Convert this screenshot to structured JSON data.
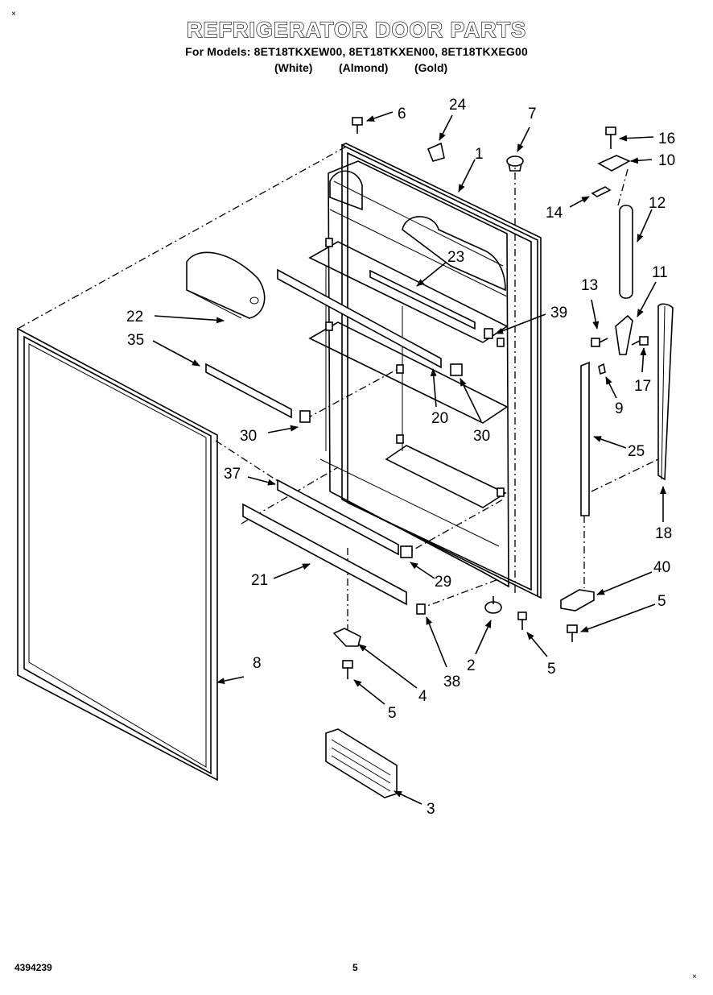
{
  "header": {
    "title": "REFRIGERATOR DOOR PARTS",
    "models": "For Models: 8ET18TKXEW00, 8ET18TKXEN00, 8ET18TKXEG00",
    "variants": [
      "(White)",
      "(Almond)",
      "(Gold)"
    ]
  },
  "footer": {
    "doc_number": "4394239",
    "page_number": "5"
  },
  "corner_marks": [
    "×",
    "×"
  ],
  "callouts": [
    {
      "id": "c6",
      "text": "6"
    },
    {
      "id": "c24",
      "text": "24"
    },
    {
      "id": "c7",
      "text": "7"
    },
    {
      "id": "c16",
      "text": "16"
    },
    {
      "id": "c1",
      "text": "1"
    },
    {
      "id": "c10",
      "text": "10"
    },
    {
      "id": "c14",
      "text": "14"
    },
    {
      "id": "c12",
      "text": "12"
    },
    {
      "id": "c23",
      "text": "23"
    },
    {
      "id": "c13",
      "text": "13"
    },
    {
      "id": "c11",
      "text": "11"
    },
    {
      "id": "c22",
      "text": "22"
    },
    {
      "id": "c39",
      "text": "39"
    },
    {
      "id": "c35",
      "text": "35"
    },
    {
      "id": "c17",
      "text": "17"
    },
    {
      "id": "c9",
      "text": "9"
    },
    {
      "id": "c20",
      "text": "20"
    },
    {
      "id": "c30a",
      "text": "30"
    },
    {
      "id": "c30b",
      "text": "30"
    },
    {
      "id": "c25",
      "text": "25"
    },
    {
      "id": "c37",
      "text": "37"
    },
    {
      "id": "c18",
      "text": "18"
    },
    {
      "id": "c40",
      "text": "40"
    },
    {
      "id": "c21",
      "text": "21"
    },
    {
      "id": "c29",
      "text": "29"
    },
    {
      "id": "c5a",
      "text": "5"
    },
    {
      "id": "c8",
      "text": "8"
    },
    {
      "id": "c2",
      "text": "2"
    },
    {
      "id": "c5b",
      "text": "5"
    },
    {
      "id": "c38",
      "text": "38"
    },
    {
      "id": "c4",
      "text": "4"
    },
    {
      "id": "c5c",
      "text": "5"
    },
    {
      "id": "c3",
      "text": "3"
    }
  ]
}
